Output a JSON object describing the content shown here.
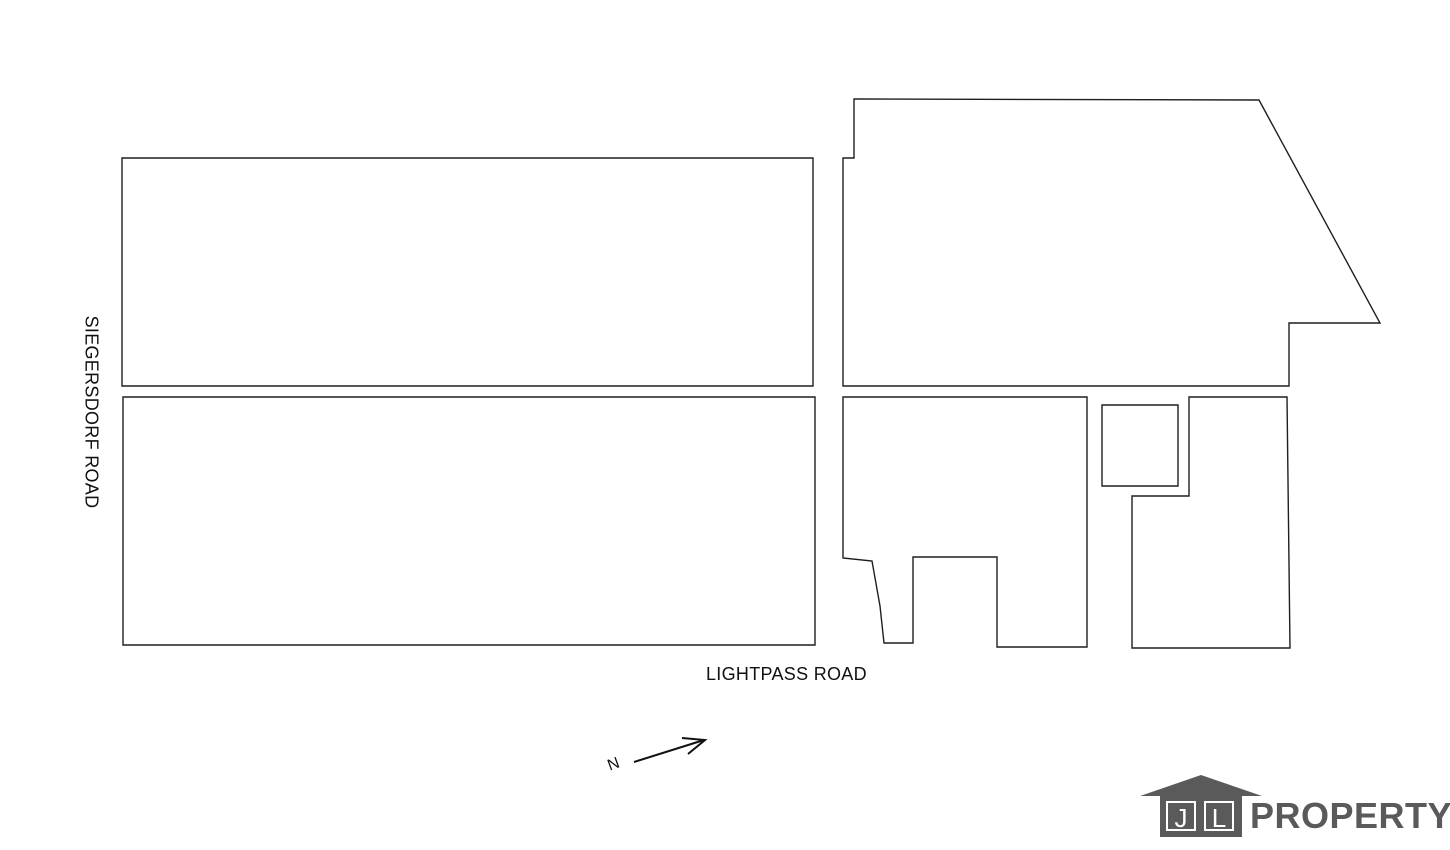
{
  "roads": {
    "bottom": "LIGHTPASS ROAD",
    "left": "SIEGERSDORF ROAD"
  },
  "compass": {
    "letter": "N"
  },
  "logo": {
    "letter_1": "J",
    "letter_2": "L",
    "word": "PROPERTY",
    "color": "#5a5a5a"
  }
}
